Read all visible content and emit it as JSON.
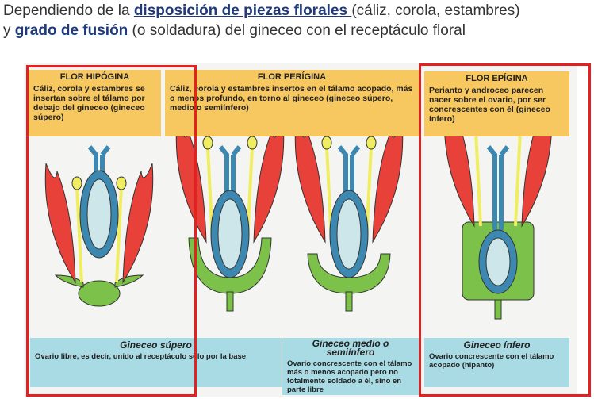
{
  "title": {
    "line1_pre": "Dependiendo de la ",
    "line1_bold": "disposición de piezas florales ",
    "line1_post": "(cáliz, corola, estambres)",
    "line2_pre": "y ",
    "line2_bold": "grado de fusión",
    "line2_post": " (o soldadura) del gineceo con el receptáculo floral"
  },
  "types": [
    {
      "heading": "FLOR HIPÓGINA",
      "text": "Cáliz, corola y estambres se insertan sobre el tálamo por debajo del gineceo (gineceo súpero)"
    },
    {
      "heading": "FLOR PERÍGINA",
      "text": "Cáliz, corola y estambres insertos en el tálamo acopado, más o menos profundo, en torno al gineceo (gineceo súpero, medio o semiínfero)"
    },
    {
      "heading": "FLOR EPÍGINA",
      "text": "Perianto y androceo parecen nacer sobre el ovario, por ser concrescentes con él (gineceo ínfero)"
    }
  ],
  "ovaries": [
    {
      "heading": "Gineceo súpero",
      "text": "Ovario libre, es decir, unido al receptáculo sólo por la base"
    },
    {
      "heading": "Gineceo medio o semiínfero",
      "text": "Ovario concrescente con el tálamo más o menos acopado pero no totalmente soldado a él, sino en parte libre"
    },
    {
      "heading": "Gineceo ínfero",
      "text": "Ovario concrescente con el tálamo acopado (hipanto)"
    }
  ],
  "colors": {
    "petal": "#e8413a",
    "stamen": "#f0ee60",
    "pistil": "#3d88b0",
    "ovule": "#cde6ea",
    "receptacle": "#7cc24a",
    "highlight": "#e52020"
  }
}
